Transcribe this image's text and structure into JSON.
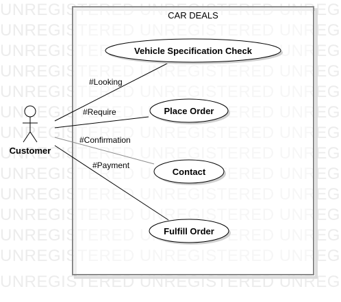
{
  "watermark": {
    "text": "UNREGISTERED UNREGISTERED UNREGISTERED"
  },
  "system": {
    "title": "CAR DEALS"
  },
  "actor": {
    "name": "Customer"
  },
  "use_cases": {
    "vehicle_check": "Vehicle Specification Check",
    "place_order": "Place Order",
    "contact": "Contact",
    "fulfill_order": "Fulfill Order"
  },
  "associations": {
    "looking": "#Looking",
    "require": "#Require",
    "confirmation": "#Confirmation",
    "payment": "#Payment"
  },
  "colors": {
    "border": "#888888",
    "line": "#000000",
    "contact_line": "#8a8a8a",
    "shadow": "#d0d0d0",
    "watermark": "#ececec"
  }
}
